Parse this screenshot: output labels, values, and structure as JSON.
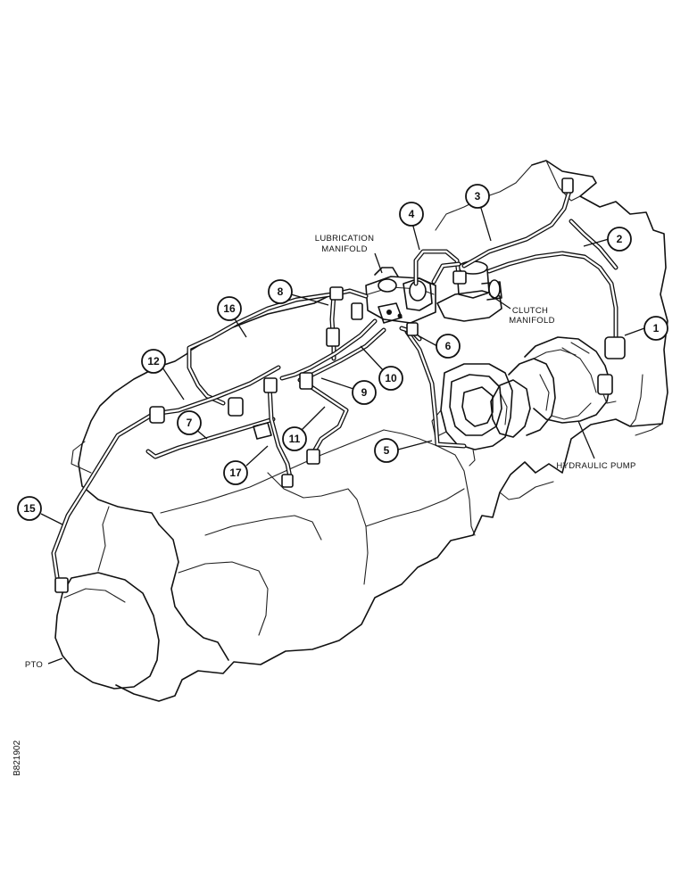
{
  "labels": {
    "lubrication_manifold_1": "LUBRICATION",
    "lubrication_manifold_2": "MANIFOLD",
    "clutch_manifold_1": "CLUTCH",
    "clutch_manifold_2": "MANIFOLD",
    "hydraulic_pump": "HYDRAULIC PUMP",
    "pto": "PTO"
  },
  "figure_id": "B821902",
  "callouts": [
    {
      "number": "1"
    },
    {
      "number": "2"
    },
    {
      "number": "3"
    },
    {
      "number": "4"
    },
    {
      "number": "5"
    },
    {
      "number": "6"
    },
    {
      "number": "7"
    },
    {
      "number": "8"
    },
    {
      "number": "9"
    },
    {
      "number": "10"
    },
    {
      "number": "11"
    },
    {
      "number": "12"
    },
    {
      "number": "15"
    },
    {
      "number": "16"
    },
    {
      "number": "17"
    }
  ]
}
